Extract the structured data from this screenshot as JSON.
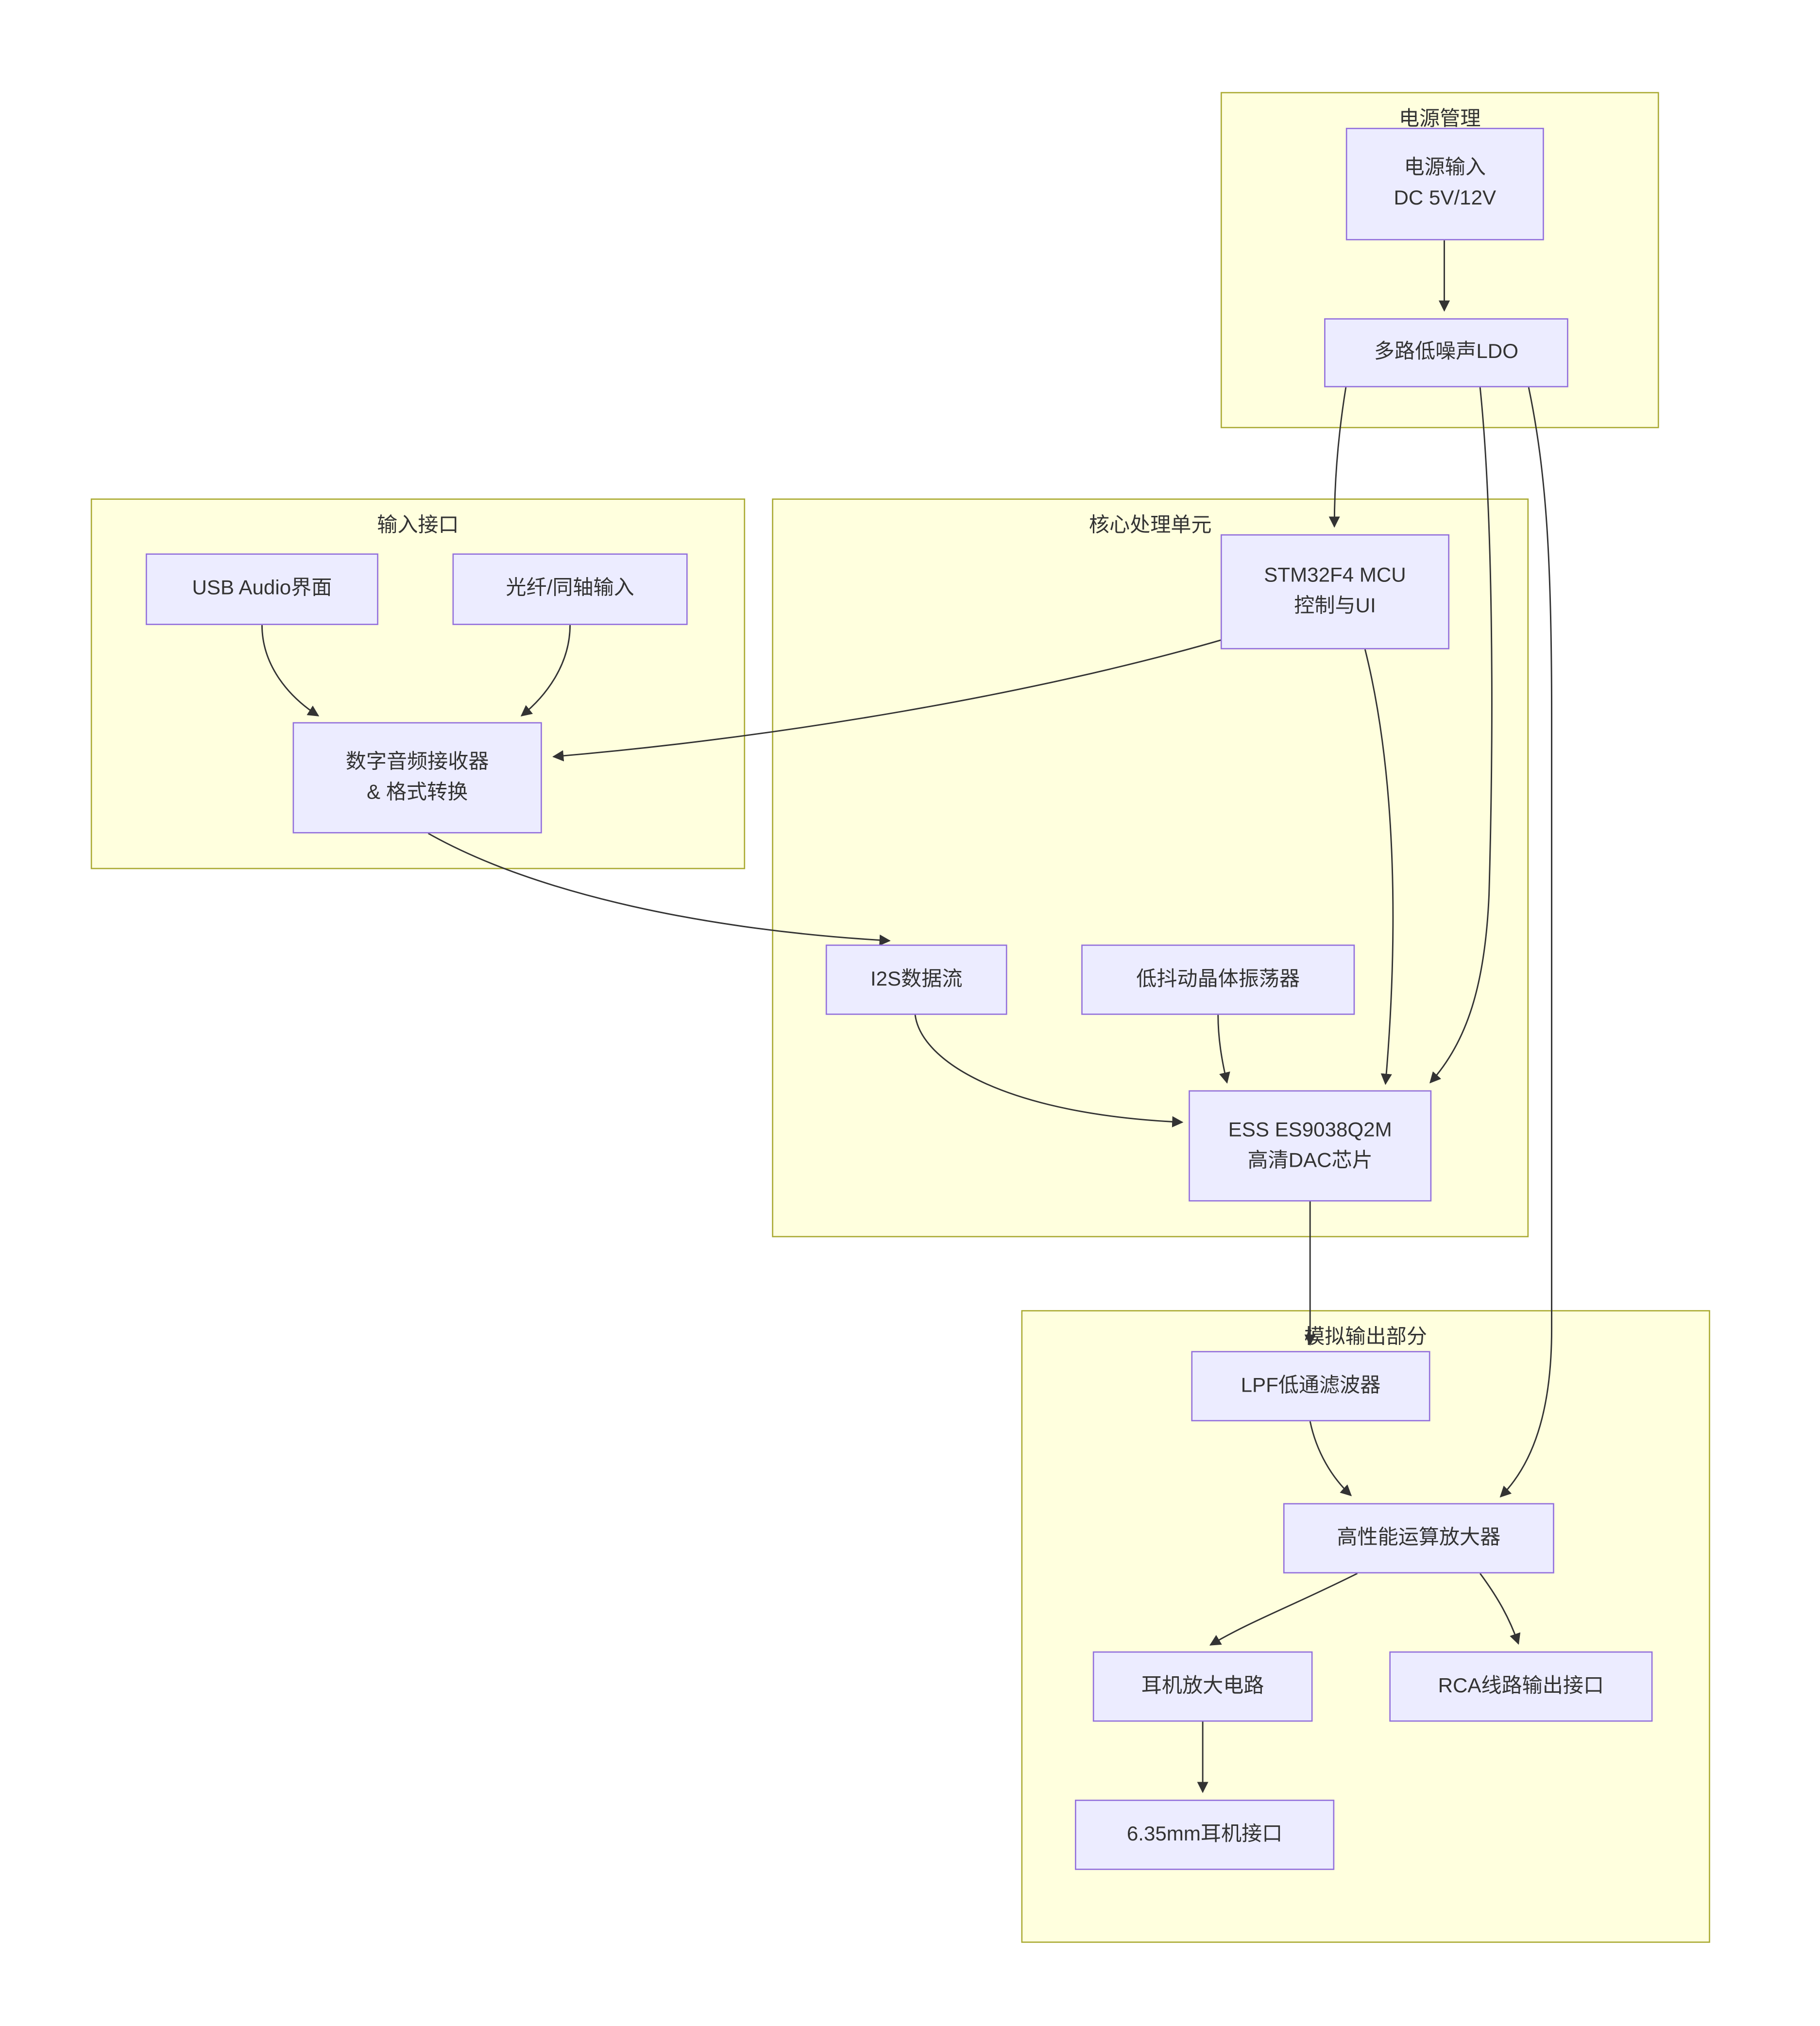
{
  "diagram": {
    "groups": {
      "power": {
        "title": "电源管理"
      },
      "input": {
        "title": "输入接口"
      },
      "core": {
        "title": "核心处理单元"
      },
      "output": {
        "title": "模拟输出部分"
      }
    },
    "nodes": {
      "power_input": {
        "line1": "电源输入",
        "line2": "DC 5V/12V"
      },
      "ldo": {
        "line1": "多路低噪声LDO"
      },
      "usb_audio": {
        "line1": "USB Audio界面"
      },
      "optical": {
        "line1": "光纤/同轴输入"
      },
      "receiver": {
        "line1": "数字音频接收器",
        "line2": "& 格式转换"
      },
      "mcu": {
        "line1": "STM32F4 MCU",
        "line2": "控制与UI"
      },
      "i2s": {
        "line1": "I2S数据流"
      },
      "oscillator": {
        "line1": "低抖动晶体振荡器"
      },
      "dac": {
        "line1": "ESS ES9038Q2M",
        "line2": "高清DAC芯片"
      },
      "lpf": {
        "line1": "LPF低通滤波器"
      },
      "opamp": {
        "line1": "高性能运算放大器"
      },
      "headphone_amp": {
        "line1": "耳机放大电路"
      },
      "rca": {
        "line1": "RCA线路输出接口"
      },
      "jack": {
        "line1": "6.35mm耳机接口"
      }
    },
    "edges": [
      {
        "from": "power_input",
        "to": "ldo"
      },
      {
        "from": "ldo",
        "to": "mcu"
      },
      {
        "from": "ldo",
        "to": "dac"
      },
      {
        "from": "ldo",
        "to": "opamp"
      },
      {
        "from": "usb_audio",
        "to": "receiver"
      },
      {
        "from": "optical",
        "to": "receiver"
      },
      {
        "from": "mcu",
        "to": "receiver"
      },
      {
        "from": "receiver",
        "to": "i2s"
      },
      {
        "from": "i2s",
        "to": "dac"
      },
      {
        "from": "oscillator",
        "to": "dac"
      },
      {
        "from": "mcu",
        "to": "dac"
      },
      {
        "from": "dac",
        "to": "lpf"
      },
      {
        "from": "lpf",
        "to": "opamp"
      },
      {
        "from": "opamp",
        "to": "headphone_amp"
      },
      {
        "from": "opamp",
        "to": "rca"
      },
      {
        "from": "headphone_amp",
        "to": "jack"
      }
    ],
    "colors": {
      "node_fill": "#ECECFF",
      "node_border": "#9370DB",
      "group_fill": "#FFFFDE",
      "group_border": "#AAAA33",
      "edge": "#333333",
      "text": "#333333"
    }
  }
}
